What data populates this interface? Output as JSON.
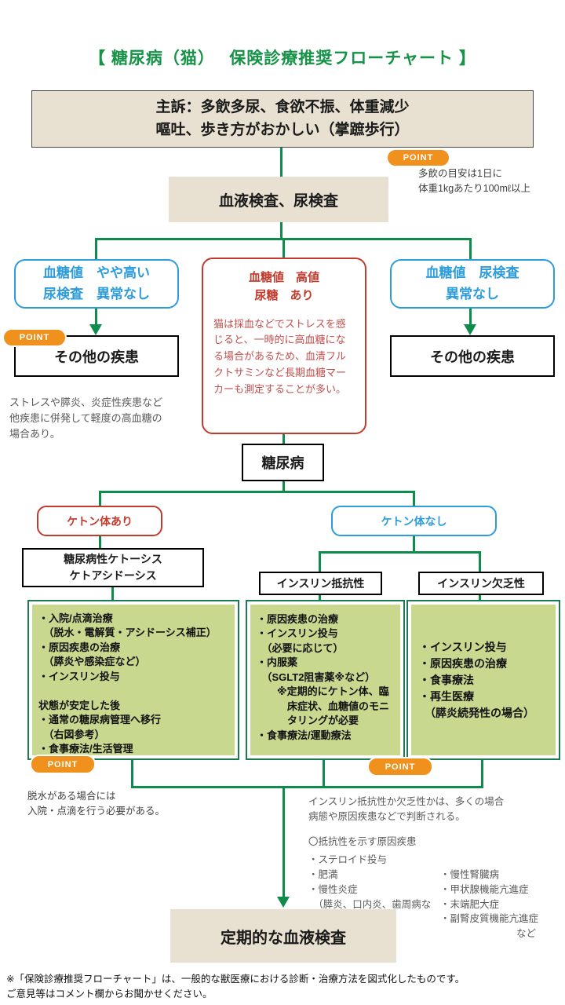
{
  "title": "【 糖尿病（猫）　 保険診療推奨フローチャート 】",
  "colors": {
    "title_green": "#169347",
    "connector_green": "#0E8C4C",
    "treatment_border_green": "#1B7A52",
    "treatment_fill_green": "#C9D88F",
    "beige_fill": "#E8E1D1",
    "badge_orange": "#F0901D",
    "blue": "#2D9CDB",
    "red": "#C23B2D",
    "red_note_text": "#C0504D",
    "gray_note_text": "#595959"
  },
  "nodes": {
    "chief_complaint": "主訴：多飲多尿、食欲不振、体重減少\n嘔吐、歩き方がおかしい（掌蹠歩行）",
    "blood_urine_test": "血液検査、尿検査",
    "result_left": "血糖値　やや高い\n尿検査　異常なし",
    "result_center_title": "血糖値　高値\n尿糖　あり",
    "result_center_note": "猫は採血などでストレスを感じると、一時的に高血糖になる場合があるため、血清フルクトサミンなど長期血糖マーカーも測定することが多い。",
    "result_right": "血糖値　尿検査\n異常なし",
    "other_disease_left": "その他の疾患",
    "other_disease_right": "その他の疾患",
    "diabetes": "糖尿病",
    "ketone_positive": "ケトン体あり",
    "ketone_negative": "ケトン体なし",
    "ketosis": "糖尿病性ケトーシス\nケトアシドーシス",
    "insulin_resistant": "インスリン抵抗性",
    "insulin_deficient": "インスリン欠乏性",
    "treatment_ketosis": "・入院/点滴治療\n　（脱水・電解質・アシドーシス補正）\n・原因疾患の治療\n　（膵炎や感染症など）\n・インスリン投与\n\n状態が安定した後\n・通常の糖尿病管理へ移行\n　（右図参考）\n・食事療法/生活管理",
    "treatment_resistant": "・原因疾患の治療\n・インスリン投与\n　（必要に応じて）\n・内服薬\n　（SGLT2阻害薬※など）\n　　※定期的にケトン体、臨\n　　　床症状、血糖値のモニ\n　　　タリングが必要\n・食事療法/運動療法",
    "treatment_deficient": "・インスリン投与\n・原因疾患の治療\n・食事療法\n・再生医療\n　（膵炎続発性の場合）",
    "periodic_blood_test": "定期的な血液検査"
  },
  "points": {
    "label": "POINT",
    "p1_drinking": "多飲の目安は1日に\n体重1kgあたり100mℓ以上",
    "p2_stress": "ストレスや膵炎、炎症性疾患など\n他疾患に併発して軽度の高血糖の\n場合あり。",
    "p3_dehydration": "脱水がある場合には\n入院・点滴を行う必要がある。",
    "p4_intro": "インスリン抵抗性か欠乏性かは、多くの場合\n病態や原因疾患などで判断される。",
    "p4_heading": "〇抵抗性を示す原因疾患",
    "p4_col1": "・ステロイド投与\n・肥満\n・慢性炎症\n　（膵炎、口内炎、歯周病など）",
    "p4_col2": "・慢性腎臓病\n・甲状腺機能亢進症\n・末端肥大症\n・副腎皮質機能亢進症",
    "p4_etc": "など"
  },
  "footer": "※「保険診療推奨フローチャート」は、一般的な獣医療における診断・治療方法を図式化したものです。\nご意見等はコメント欄からお聞かせください。"
}
